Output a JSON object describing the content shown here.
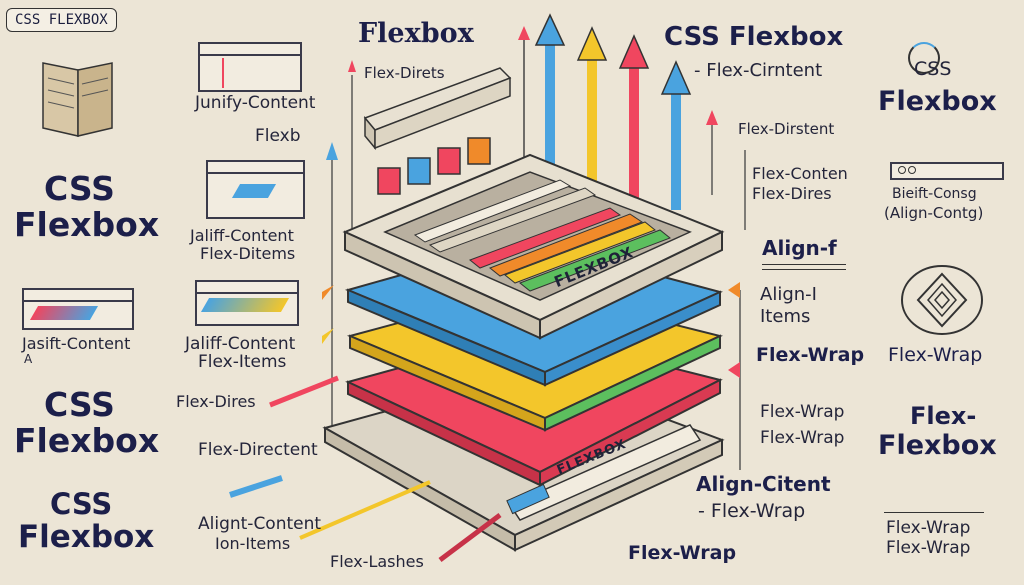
{
  "badge": "CSS FLEXBOX",
  "top": {
    "flexbox": "Flexbox",
    "css_flexbox": "CSS Flexbox",
    "flex_direts": "Flex-Direts",
    "flex_cirntent": "- Flex-Cirntent"
  },
  "left": {
    "junify_content": "Junify-Content",
    "flexb": "Flexb",
    "css_flexbox_1": [
      "CSS",
      "Flexbox"
    ],
    "jaliff_content": "Jaliff-Content",
    "flex_ditems": "Flex-Ditems",
    "jasift_content": "Jasift-Content",
    "jasift_a": "A",
    "jaliff_content_2": "Jaliff-Content",
    "flex_items": "Flex-Items",
    "css_flexbox_2": [
      "CSS",
      "Flexbox"
    ],
    "flex_dires": "Flex-Dires",
    "flex_directent": "Flex-Directent",
    "css_flexbox_3": [
      "CSS",
      "Flexbox"
    ],
    "alignt_content": "Alignt-Content",
    "ion_items": "Ion-Items",
    "flex_lashes": "Flex-Lashes"
  },
  "center": {
    "flexbox_label": "FLEXBOX",
    "flexbox_label_2": "FLEXBOX"
  },
  "right_mid": {
    "flex_dirstent": "Flex-Dirstent",
    "flex_conten": "Flex-Conten",
    "flex_dires": "Flex-Dires",
    "align_f": "Align-f",
    "align_i": "Align-I",
    "items": "Items",
    "flex_wrap_1": "Flex-Wrap",
    "flex_wrap_2": "Flex-Wrap",
    "flex_wrap_3": "Flex-Wrap",
    "align_citent": "Align-Citent",
    "flex_wrap_4": "- Flex-Wrap",
    "flex_wrap_5": "Flex-Wrap"
  },
  "right": {
    "css": "CSS",
    "flexbox": "Flexbox",
    "bieift_consg": "Bieift-Consg",
    "align_contg": "(Align-Contg)",
    "flex_wrap": "Flex-Wrap",
    "flex_dash": "Flex-",
    "flexbox_2": "Flexbox",
    "flex_wrap_a": "Flex-Wrap",
    "flex_wrap_b": "Flex-Wrap"
  },
  "colors": {
    "blue": "#4aa3df",
    "yellow": "#f3c62b",
    "red": "#f0465f",
    "green": "#5cbf5e",
    "orange": "#f08a2a"
  }
}
